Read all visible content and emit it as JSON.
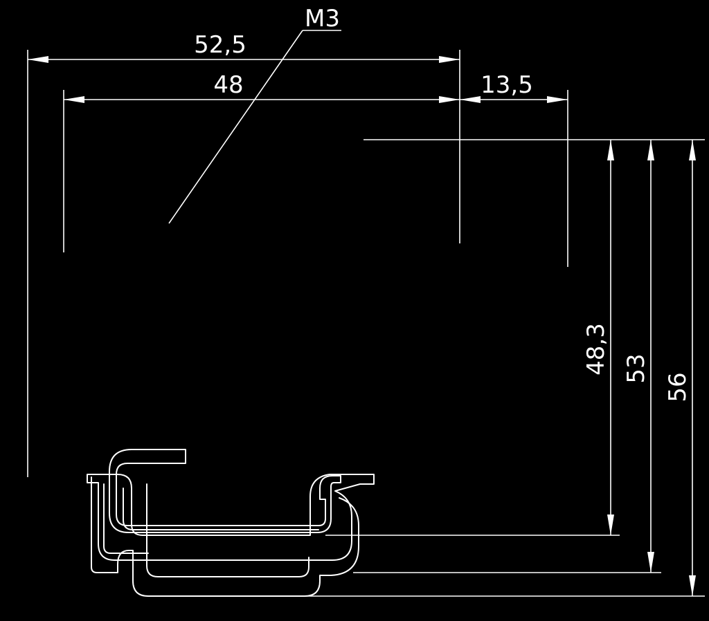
{
  "drawing": {
    "thread_label": "M3",
    "dimensions": {
      "overall_width": "52,5",
      "inner_width": "48",
      "flange_width": "13,5",
      "height_a": "48,3",
      "height_b": "53",
      "height_c": "56"
    },
    "colors": {
      "background": "#000000",
      "lines": "#ffffff"
    }
  }
}
